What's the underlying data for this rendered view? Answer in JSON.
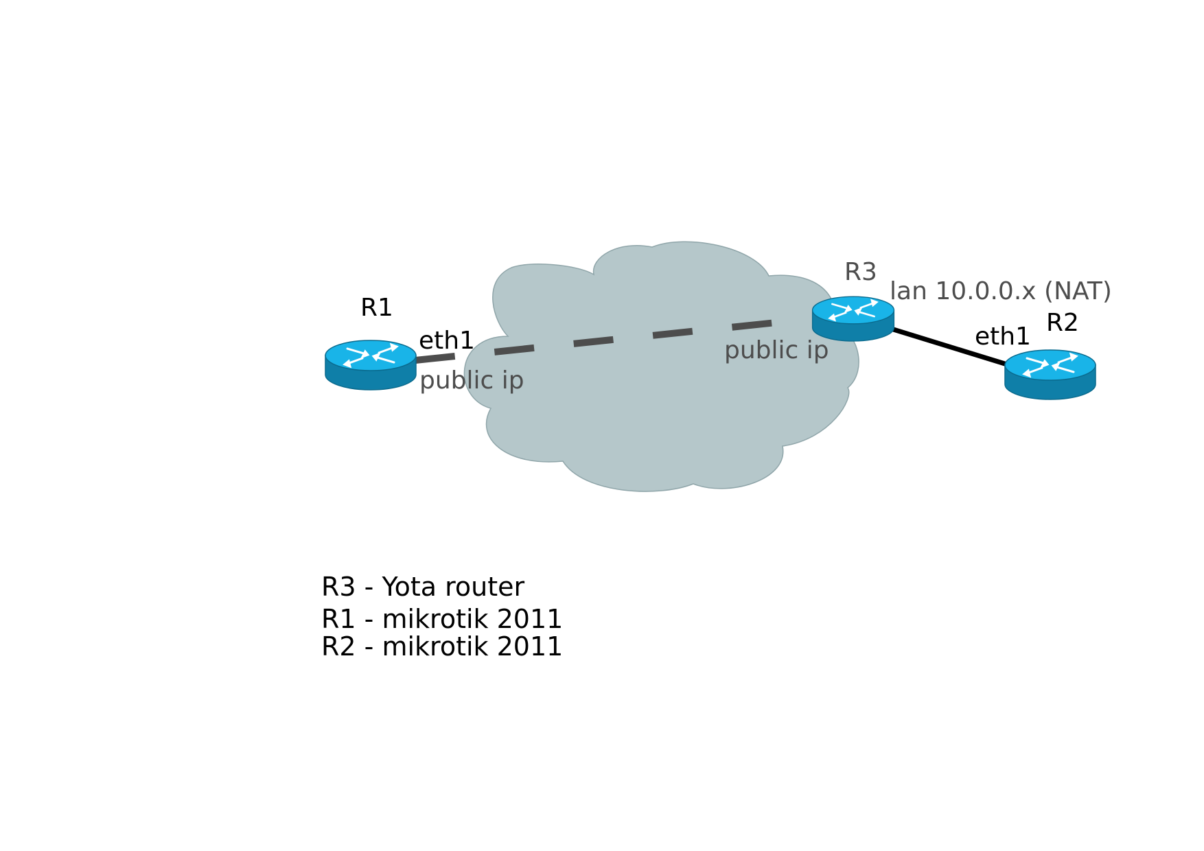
{
  "colors": {
    "cloud_fill": "#b5c7ca",
    "cloud_stroke": "#8fa5a9",
    "router_top": "#19b4e8",
    "router_side": "#0f7fa8",
    "dashed_link": "#4d4d4d",
    "solid_link": "#000000"
  },
  "icons": [
    "router-icon",
    "cloud-icon"
  ],
  "routers": {
    "r1": {
      "name": "R1",
      "port": "eth1",
      "ip": "public ip"
    },
    "r3": {
      "name": "R3",
      "ip": "public ip",
      "lan": "lan 10.0.0.x (NAT)"
    },
    "r2": {
      "name": "R2",
      "port": "eth1"
    }
  },
  "legend": [
    "R3 - Yota router",
    "R1 - mikrotik 2011",
    "R2 - mikrotik 2011"
  ]
}
